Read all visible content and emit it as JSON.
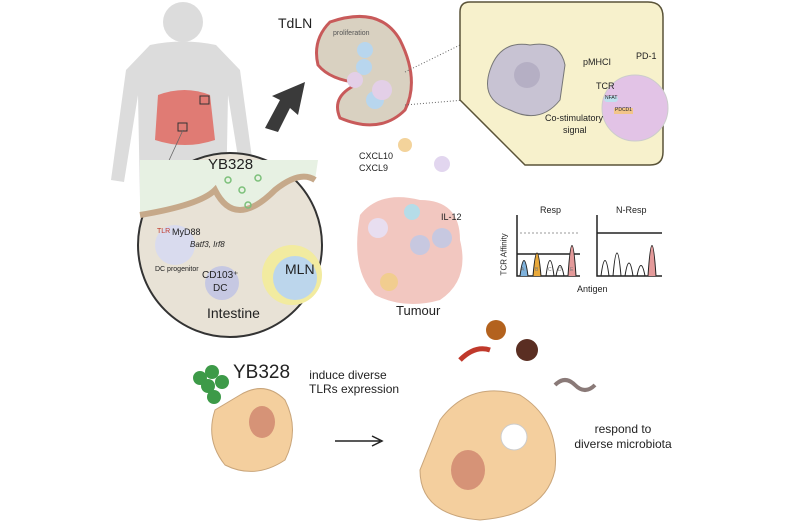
{
  "intestine_panel": {
    "title": "YB328",
    "tlr": "TLR",
    "myd88": "MyD88",
    "genes": "Batf3, Irf8",
    "progenitor": "DC progenitor",
    "cd103": "CD103⁺",
    "dc": "DC",
    "mln": "MLN",
    "label": "Intestine"
  },
  "lymph_node": {
    "title": "TdLN",
    "proliferation": "proliferation"
  },
  "synapse": {
    "pmhci": "pMHCI",
    "pd1": "PD-1",
    "tcr": "TCR",
    "nfat": "NFAT",
    "pdcd1": "PDCD1",
    "costim": "Co-stimulatory",
    "signal": "signal"
  },
  "chemokines": {
    "cxcl10": "CXCL10",
    "cxcl9": "CXCL9"
  },
  "tumour": {
    "il12": "IL-12",
    "label": "Tumour"
  },
  "affinity_plots": {
    "ylabel": "TCR Affinity",
    "xlabel": "Antigen",
    "resp": "Resp",
    "nresp": "N-Resp",
    "peaks": [
      "A",
      "B",
      "C",
      "D",
      "E"
    ],
    "colors": {
      "A": "#7fb2dc",
      "B": "#e9a93a",
      "E": "#e49a9a"
    }
  },
  "bottom": {
    "strain": "YB328",
    "induce_1": "induce diverse",
    "induce_2": "TLRs expression",
    "respond_1": "respond to",
    "respond_2": "diverse microbiota"
  }
}
